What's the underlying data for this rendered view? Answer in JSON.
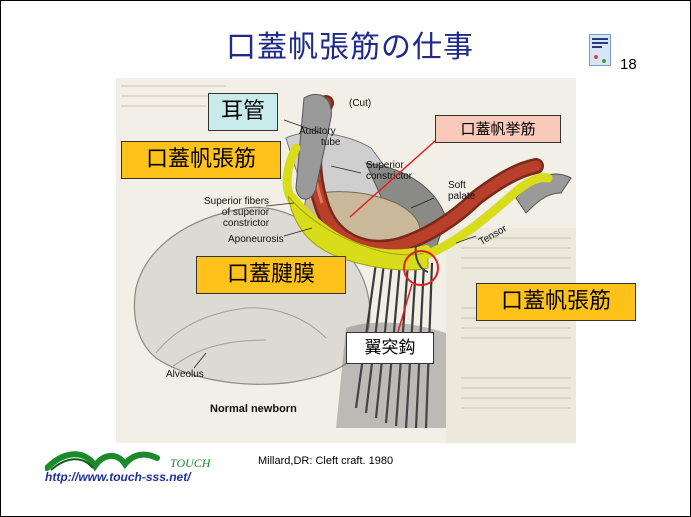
{
  "slide": {
    "title": "口蓋帆張筋の仕事",
    "page_number": "18"
  },
  "figure": {
    "labels": {
      "cut": "(Cut)",
      "auditory_tube_1": "Auditory",
      "auditory_tube_2": "tube",
      "superior_constrictor_1": "Superior",
      "superior_constrictor_2": "constrictor",
      "soft_palate_1": "Soft",
      "soft_palate_2": "palate",
      "superior_fibers_1": "Superior fibers",
      "superior_fibers_2": "of superior",
      "superior_fibers_3": "constrictor",
      "aponeurosis": "Aponeurosis",
      "tensor": "Tensor",
      "alveolus": "Alveolus",
      "normal_newborn": "Normal newborn"
    }
  },
  "callouts": {
    "auditory_tube": "耳管",
    "tensor_upper": "口蓋帆張筋",
    "levator": "口蓋帆挙筋",
    "aponeurosis": "口蓋腱膜",
    "tensor_right": "口蓋帆張筋",
    "hamulus": "翼突鈎"
  },
  "footer": {
    "logo_text": "TOUCH",
    "url": "http://www.touch-sss.net/",
    "citation": "Millard,DR: Cleft craft. 1980"
  },
  "colors": {
    "title": "#1f2a8c",
    "callout_orange": "#ffc21a",
    "callout_cyan": "#c8ecec",
    "callout_salmon": "#f8c8b8",
    "muscle_red": "#b8402a",
    "tensor_yellow": "#d8dc1a",
    "url_blue": "#1c2f9e",
    "logo_green": "#1a8a2a"
  }
}
